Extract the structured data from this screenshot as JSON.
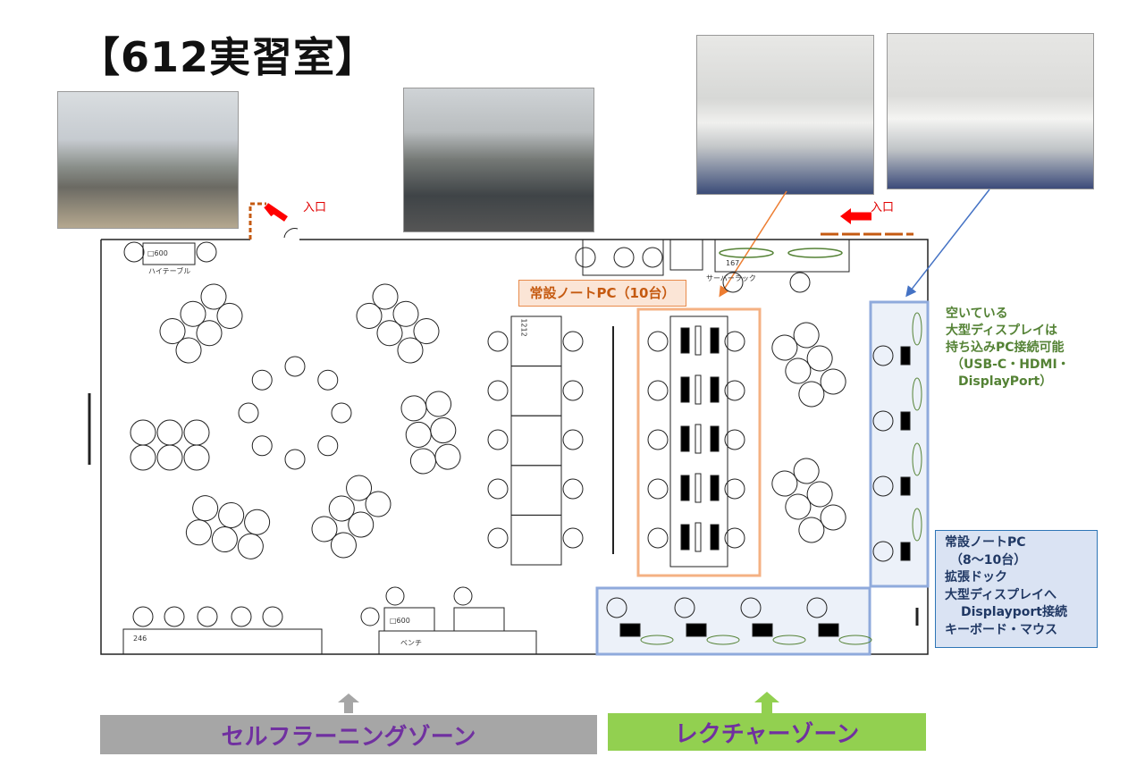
{
  "title": "【612実習室】",
  "entrances": [
    "入口",
    "入口"
  ],
  "floorplan": {
    "high_table_size": "□600",
    "high_table_label": "ハイテーブル",
    "server_rack_label": "サーバーラック",
    "desk_number_top": "167",
    "desk_number_center": "1212",
    "desk_number_bottom": "246",
    "bench_size": "□600",
    "bench_label": "ベンチ"
  },
  "notebook_label": "常設ノートPC（10台）",
  "green_note": [
    "空いている",
    "大型ディスプレイは",
    "持ち込みPC接続可能",
    "（USB-C・HDMI・",
    "DisplayPort）"
  ],
  "blue_note": [
    "常設ノートPC",
    "（8～10台）",
    "拡張ドック",
    "大型ディスプレイへ",
    "Displayport接続",
    "キーボード・マウス"
  ],
  "zones": {
    "self_learning": "セルフラーニングゾーン",
    "lecture": "レクチャーゾーン"
  },
  "colors": {
    "orange": "#ed7d31",
    "blue": "#4472c4",
    "green_zone": "#92d050",
    "gray_zone": "#a6a6a6",
    "zone_text": "#7030a0",
    "entrance_arrow": "#ff0000"
  }
}
